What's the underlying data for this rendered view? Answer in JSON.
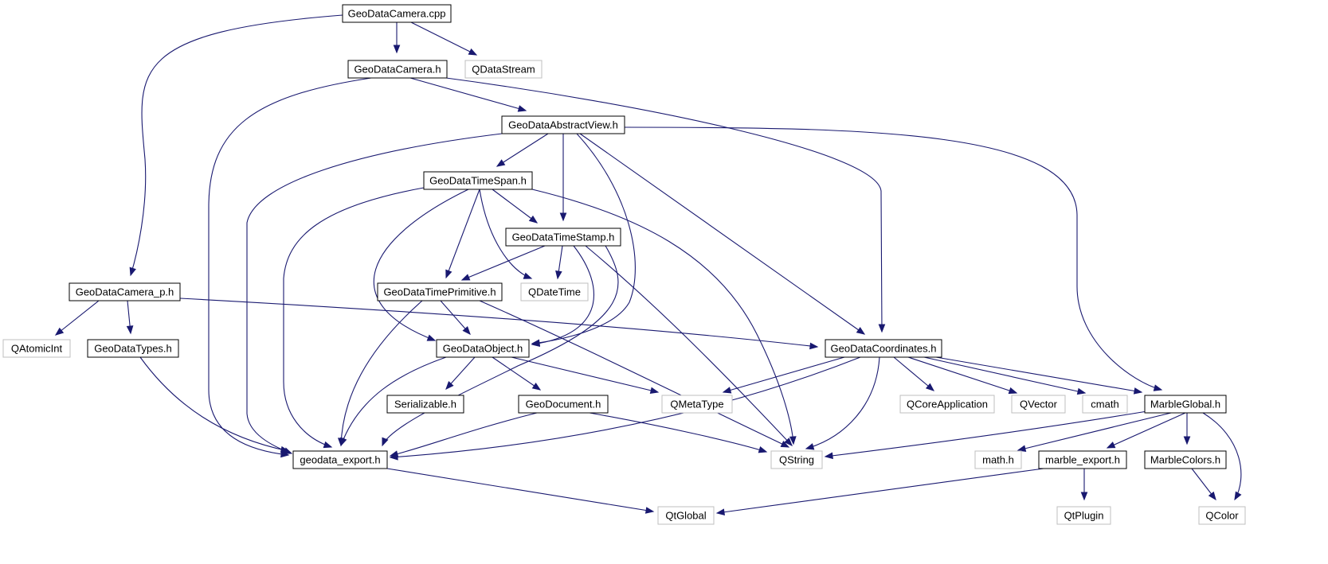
{
  "colors": {
    "edge": "#191970",
    "node_border": "#000000",
    "system_node_border": "#bfbfbf",
    "root_fill": "#bfbfbf",
    "text": "#000000"
  },
  "nodes": [
    {
      "id": "cpp",
      "label": "GeoDataCamera.cpp",
      "kind": "root"
    },
    {
      "id": "camh",
      "label": "GeoDataCamera.h",
      "kind": "header"
    },
    {
      "id": "qds",
      "label": "QDataStream",
      "kind": "system"
    },
    {
      "id": "absv",
      "label": "GeoDataAbstractView.h",
      "kind": "header"
    },
    {
      "id": "tspan",
      "label": "GeoDataTimeSpan.h",
      "kind": "header"
    },
    {
      "id": "tstamp",
      "label": "GeoDataTimeStamp.h",
      "kind": "header"
    },
    {
      "id": "camp",
      "label": "GeoDataCamera_p.h",
      "kind": "header"
    },
    {
      "id": "tprim",
      "label": "GeoDataTimePrimitive.h",
      "kind": "header"
    },
    {
      "id": "qdt",
      "label": "QDateTime",
      "kind": "system"
    },
    {
      "id": "qai",
      "label": "QAtomicInt",
      "kind": "system"
    },
    {
      "id": "types",
      "label": "GeoDataTypes.h",
      "kind": "header"
    },
    {
      "id": "obj",
      "label": "GeoDataObject.h",
      "kind": "header"
    },
    {
      "id": "coord",
      "label": "GeoDataCoordinates.h",
      "kind": "header"
    },
    {
      "id": "ser",
      "label": "Serializable.h",
      "kind": "header"
    },
    {
      "id": "doc",
      "label": "GeoDocument.h",
      "kind": "header"
    },
    {
      "id": "qmt",
      "label": "QMetaType",
      "kind": "system"
    },
    {
      "id": "qca",
      "label": "QCoreApplication",
      "kind": "system"
    },
    {
      "id": "qvec",
      "label": "QVector",
      "kind": "system"
    },
    {
      "id": "cmath",
      "label": "cmath",
      "kind": "system"
    },
    {
      "id": "mglob",
      "label": "MarbleGlobal.h",
      "kind": "header"
    },
    {
      "id": "gexp",
      "label": "geodata_export.h",
      "kind": "header"
    },
    {
      "id": "qstr",
      "label": "QString",
      "kind": "system"
    },
    {
      "id": "mathh",
      "label": "math.h",
      "kind": "system"
    },
    {
      "id": "mexp",
      "label": "marble_export.h",
      "kind": "header"
    },
    {
      "id": "mcol",
      "label": "MarbleColors.h",
      "kind": "header"
    },
    {
      "id": "qtg",
      "label": "QtGlobal",
      "kind": "system"
    },
    {
      "id": "qplug",
      "label": "QtPlugin",
      "kind": "system"
    },
    {
      "id": "qcol",
      "label": "QColor",
      "kind": "system"
    }
  ],
  "edges": [
    {
      "from": "cpp",
      "to": "camh"
    },
    {
      "from": "cpp",
      "to": "qds"
    },
    {
      "from": "cpp",
      "to": "camp"
    },
    {
      "from": "camh",
      "to": "absv"
    },
    {
      "from": "camh",
      "to": "coord"
    },
    {
      "from": "camh",
      "to": "gexp"
    },
    {
      "from": "absv",
      "to": "tspan"
    },
    {
      "from": "absv",
      "to": "tstamp"
    },
    {
      "from": "absv",
      "to": "obj"
    },
    {
      "from": "absv",
      "to": "coord"
    },
    {
      "from": "absv",
      "to": "mglob"
    },
    {
      "from": "absv",
      "to": "gexp"
    },
    {
      "from": "tspan",
      "to": "tstamp"
    },
    {
      "from": "tspan",
      "to": "tprim"
    },
    {
      "from": "tspan",
      "to": "qdt"
    },
    {
      "from": "tspan",
      "to": "obj"
    },
    {
      "from": "tspan",
      "to": "gexp"
    },
    {
      "from": "tspan",
      "to": "qstr"
    },
    {
      "from": "tstamp",
      "to": "tprim"
    },
    {
      "from": "tstamp",
      "to": "qdt"
    },
    {
      "from": "tstamp",
      "to": "obj"
    },
    {
      "from": "tstamp",
      "to": "gexp"
    },
    {
      "from": "tstamp",
      "to": "qstr"
    },
    {
      "from": "tprim",
      "to": "obj"
    },
    {
      "from": "tprim",
      "to": "gexp"
    },
    {
      "from": "tprim",
      "to": "qstr"
    },
    {
      "from": "camp",
      "to": "qai"
    },
    {
      "from": "camp",
      "to": "types"
    },
    {
      "from": "camp",
      "to": "coord"
    },
    {
      "from": "types",
      "to": "gexp"
    },
    {
      "from": "obj",
      "to": "ser"
    },
    {
      "from": "obj",
      "to": "doc"
    },
    {
      "from": "obj",
      "to": "qmt"
    },
    {
      "from": "obj",
      "to": "gexp"
    },
    {
      "from": "doc",
      "to": "gexp"
    },
    {
      "from": "doc",
      "to": "qstr"
    },
    {
      "from": "coord",
      "to": "qmt"
    },
    {
      "from": "coord",
      "to": "qca"
    },
    {
      "from": "coord",
      "to": "qvec"
    },
    {
      "from": "coord",
      "to": "cmath"
    },
    {
      "from": "coord",
      "to": "mglob"
    },
    {
      "from": "coord",
      "to": "gexp"
    },
    {
      "from": "coord",
      "to": "qstr"
    },
    {
      "from": "mglob",
      "to": "qstr"
    },
    {
      "from": "mglob",
      "to": "mathh"
    },
    {
      "from": "mglob",
      "to": "mexp"
    },
    {
      "from": "mglob",
      "to": "mcol"
    },
    {
      "from": "mglob",
      "to": "qcol"
    },
    {
      "from": "gexp",
      "to": "qtg"
    },
    {
      "from": "mexp",
      "to": "qtg"
    },
    {
      "from": "mexp",
      "to": "qplug"
    },
    {
      "from": "mcol",
      "to": "qcol"
    }
  ]
}
